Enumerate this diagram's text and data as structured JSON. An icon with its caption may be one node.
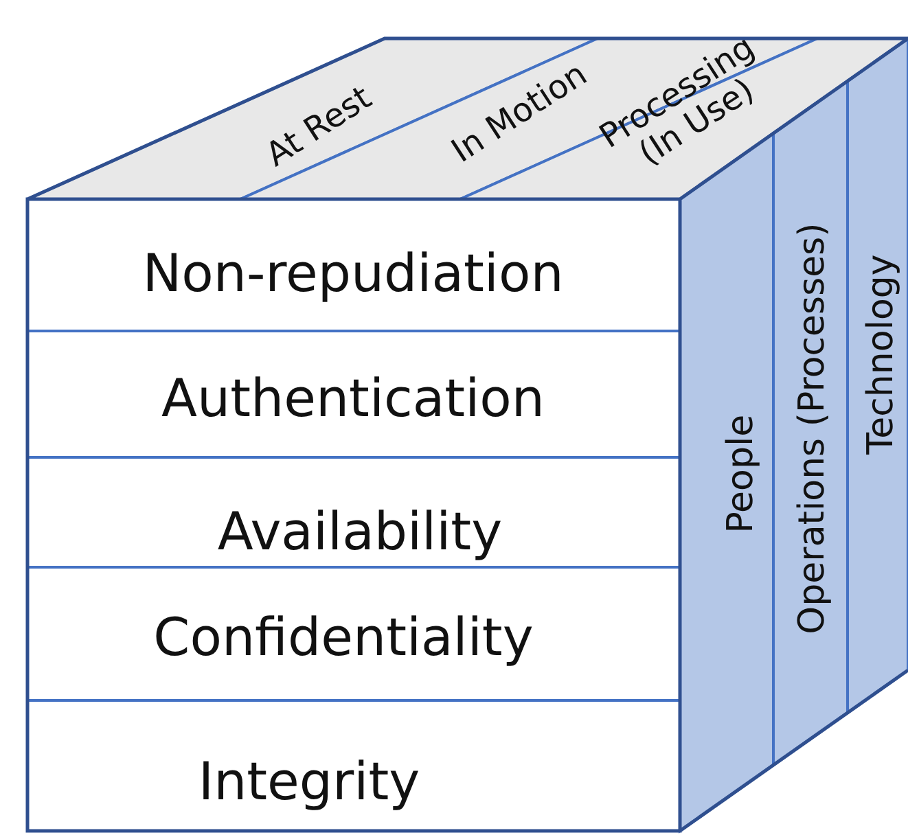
{
  "diagram": {
    "nodes": [
      {
        "text": [
          "At Rest"
        ]
      },
      {
        "text": [
          "In Motion"
        ]
      },
      {
        "text": [
          "Processing (In Use)"
        ]
      },
      {
        "text": [
          "Non-repudiation"
        ]
      },
      {
        "text": [
          "Authentication"
        ]
      },
      {
        "text": [
          "Availability"
        ]
      },
      {
        "text": [
          "Confidentiality"
        ]
      },
      {
        "text": [
          "Integrity"
        ]
      },
      {
        "text": [
          "People"
        ]
      },
      {
        "text": [
          "Operations (Processes)"
        ]
      },
      {
        "text": [
          "Technology"
        ]
      }
    ],
    "edges": []
  }
}
